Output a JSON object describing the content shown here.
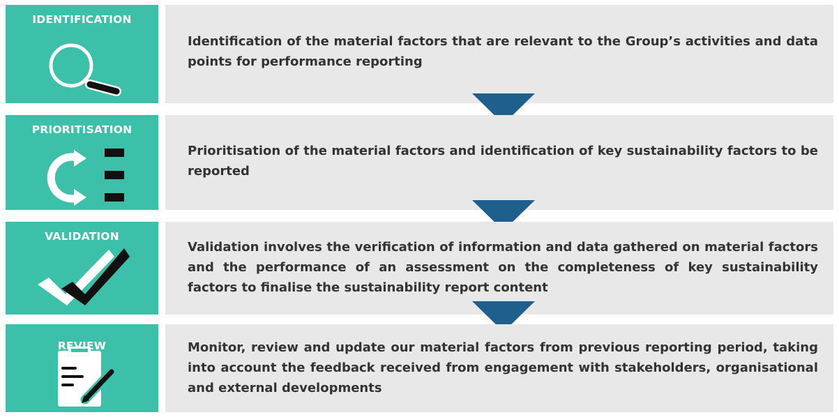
{
  "steps": [
    {
      "label": "IDENTIFICATION",
      "icon": "magnifying-glass-icon",
      "text": "Identification of the material factors that are relevant to the Group’s activities and data points for performance reporting"
    },
    {
      "label": "PRIORITISATION",
      "icon": "prioritise-list-icon",
      "text": "Prioritisation of the material factors and identification of key sustainability factors to be reported"
    },
    {
      "label": "VALIDATION",
      "icon": "double-check-icon",
      "text": "Validation involves the verification of information and data gathered on material factors and the performance of an assessment on the completeness of key sustainability factors to finalise the sustainability report content"
    },
    {
      "label": "REVIEW",
      "icon": "clipboard-pen-icon",
      "text": "Monitor, review and update our material factors from previous reporting period, taking into account the feedback received from engagement with stakeholders, organisational and external developments"
    }
  ],
  "colors": {
    "tile": "#3cc0aa",
    "panel": "#e8e8e8",
    "arrow": "#1f5f8e",
    "text": "#333333"
  }
}
